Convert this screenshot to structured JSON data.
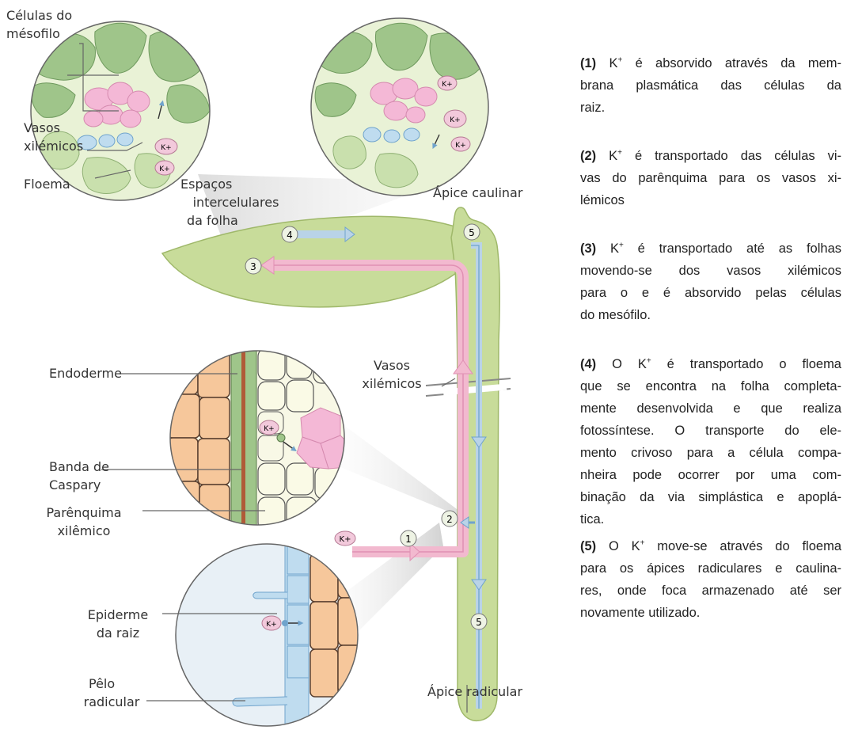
{
  "labels": {
    "celulas_mesofilo": [
      "Células do",
      "mésofilo"
    ],
    "vasos_xilemicos_top": [
      "Vasos",
      "xilémicos"
    ],
    "floema": "Floema",
    "espacos": [
      "Espaços",
      "intercelulares",
      "da folha"
    ],
    "apice_caulinar": "Ápice caulinar",
    "endoderme": "Endoderme",
    "vasos_xilemicos_mid": [
      "Vasos",
      "xilémicos"
    ],
    "banda_caspary": [
      "Banda de",
      "Caspary"
    ],
    "parenquima": [
      "Parênquima",
      "xilêmico"
    ],
    "epiderme": [
      "Epiderme",
      "da raiz"
    ],
    "pelo": [
      "Pêlo",
      "radicular"
    ],
    "apice_radicular": "Ápice radicular",
    "ion": "K+",
    "markers": [
      "1",
      "2",
      "3",
      "4",
      "5",
      "5"
    ]
  },
  "steps": [
    {
      "num": "(1)",
      "ion": "K",
      "charge": "+",
      "text_lines": [
        " é absorvido através da mem-",
        "brana plasmática das células da",
        "raiz."
      ]
    },
    {
      "num": "(2)",
      "ion": "K",
      "charge": "+",
      "text_lines": [
        " é transportado das células vi-",
        "vas do parênquima para os vasos xi-",
        "lémicos"
      ]
    },
    {
      "num": "(3)",
      "ion": "K",
      "charge": "+",
      "text_lines": [
        " é transportado até as folhas",
        "movendo-se dos vasos xilémicos",
        "para o e é absorvido pelas células",
        "do mesófilo."
      ]
    },
    {
      "num": "(4)",
      "prefix": " O ",
      "ion": "K",
      "charge": "+",
      "text_lines": [
        " é transportado o floema",
        "que se encontra na folha completa-",
        "mente desenvolvida e que realiza",
        "fotossíntese. O transporte do ele-",
        "mento crivoso para a célula compa-",
        "nheira pode ocorrer por uma com-",
        "binação da via simplástica e apoplá-",
        "tica."
      ]
    },
    {
      "num": "(5)",
      "prefix": " O ",
      "ion": "K",
      "charge": "+",
      "text_lines": [
        " move-se através do floema",
        "para os ápices radiculares e caulina-",
        "res, onde foca armazenado até ser",
        "novamente utilizado."
      ]
    }
  ],
  "colors": {
    "leaf": "#c8dc9a",
    "leaf_edge": "#9fb86a",
    "xylem_arrow": "#f2b9cf",
    "phloem_arrow": "#b9d3e8",
    "root_tissue": "#f6c79b",
    "mesophyll": "#9fc58a",
    "pink_cells": "#f4b8d6",
    "bg_cells": "#e9f2d6",
    "blue_cells": "#bfdcef"
  }
}
